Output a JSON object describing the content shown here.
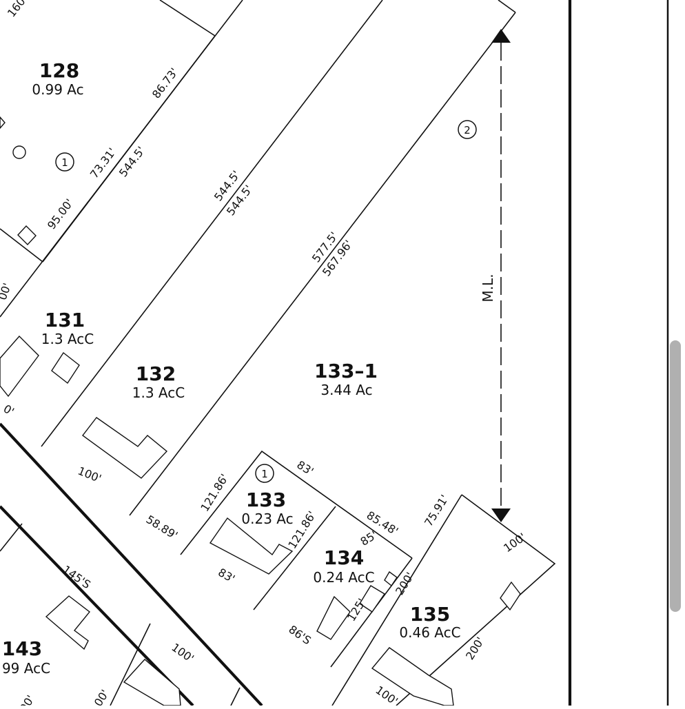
{
  "parcels": [
    {
      "number": "128",
      "area": "0.99 Ac"
    },
    {
      "number": "131",
      "area": "1.3 AcC"
    },
    {
      "number": "132",
      "area": "1.3 AcC"
    },
    {
      "number": "133–1",
      "area": "3.44 Ac"
    },
    {
      "number": "133",
      "area": "0.23 Ac"
    },
    {
      "number": "134",
      "area": "0.24 AcC"
    },
    {
      "number": "135",
      "area": "0.46 AcC"
    },
    {
      "number": "143",
      "area": "99 AcC"
    }
  ],
  "dimensions": [
    "160",
    "86.73'",
    "73.31'",
    "544.5'",
    "95.00'",
    "544.5'",
    "544.5'",
    "577.5'",
    "567.96'",
    "100'",
    "58.89'",
    "121.86'",
    "83'",
    "121.86'",
    "83'",
    "85.48'",
    "85'",
    "75.91'",
    "100'",
    "200'",
    "125'",
    "86'S",
    "200'",
    "100'",
    "145'S",
    "100'",
    "00'",
    "00'",
    "0'",
    "00'"
  ],
  "circled_markers": [
    "1",
    "2",
    "1"
  ],
  "ml_label": "M.L.",
  "colors": {
    "ink": "#111111",
    "scrollbar": "#b0b0b0"
  }
}
